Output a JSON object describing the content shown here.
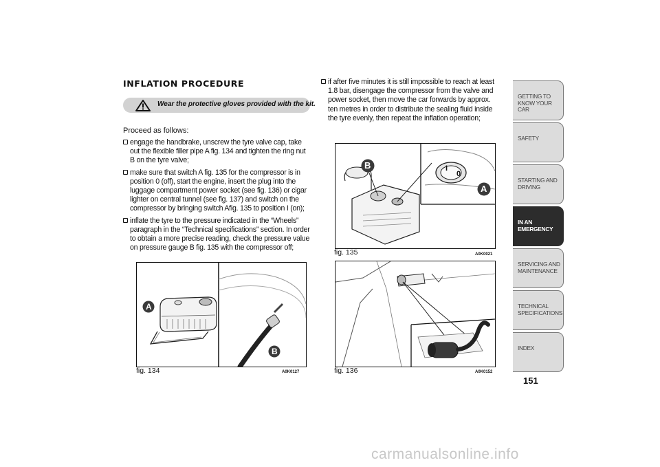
{
  "heading": "INFLATION PROCEDURE",
  "warning_text": "Wear the protective gloves provided with the kit.",
  "intro": "Proceed as follows:",
  "left_bullets": [
    "engage the handbrake, unscrew the tyre valve cap, take out the flexible filler pipe A fig. 134 and tighten the ring nut B on the tyre valve;",
    "make sure that switch A fig. 135 for the compressor is in position 0 (off), start the engine, insert the plug into the luggage compartment power socket (see fig. 136) or cigar lighter on central tunnel (see fig. 137) and switch on the compressor by bringing switch Afig. 135 to position I (on);",
    "inflate the tyre to the pressure indicated in the “Wheels” paragraph in the “Technical specifications” section. In order to obtain a more precise reading, check the pressure value on pressure gauge B fig. 135 with the compressor off;"
  ],
  "right_bullets": [
    "if after five minutes it is still impossible to reach at least 1.8 bar, disengage the compressor from the valve and power socket, then move the car forwards by approx. ten metres in order to distribute the sealing fluid inside the tyre evenly, then repeat the inflation operation;"
  ],
  "figures": {
    "fig134": {
      "caption": "fig. 134",
      "code": "A0K0127",
      "label_a": "A",
      "label_b": "B"
    },
    "fig135": {
      "caption": "fig. 135",
      "code": "A0K0021",
      "label_a": "A",
      "label_b": "B",
      "switch_i": "I",
      "switch_0": "0"
    },
    "fig136": {
      "caption": "fig. 136",
      "code": "A0K0152"
    }
  },
  "tabs": [
    {
      "label": "GETTING TO KNOW YOUR CAR",
      "active": false
    },
    {
      "label": "SAFETY",
      "active": false
    },
    {
      "label": "STARTING AND DRIVING",
      "active": false
    },
    {
      "label": "IN AN EMERGENCY",
      "active": true
    },
    {
      "label": "SERVICING AND MAINTENANCE",
      "active": false
    },
    {
      "label": "TECHNICAL SPECIFICATIONS",
      "active": false
    },
    {
      "label": "INDEX",
      "active": false
    }
  ],
  "page_number": "151",
  "watermark": "carmanualsonline.info",
  "colors": {
    "active_tab": "#2c2c2c",
    "tab": "#dcdcdc",
    "warning_bar": "#d2d2d2",
    "label_circle": "#3a3a3a"
  }
}
